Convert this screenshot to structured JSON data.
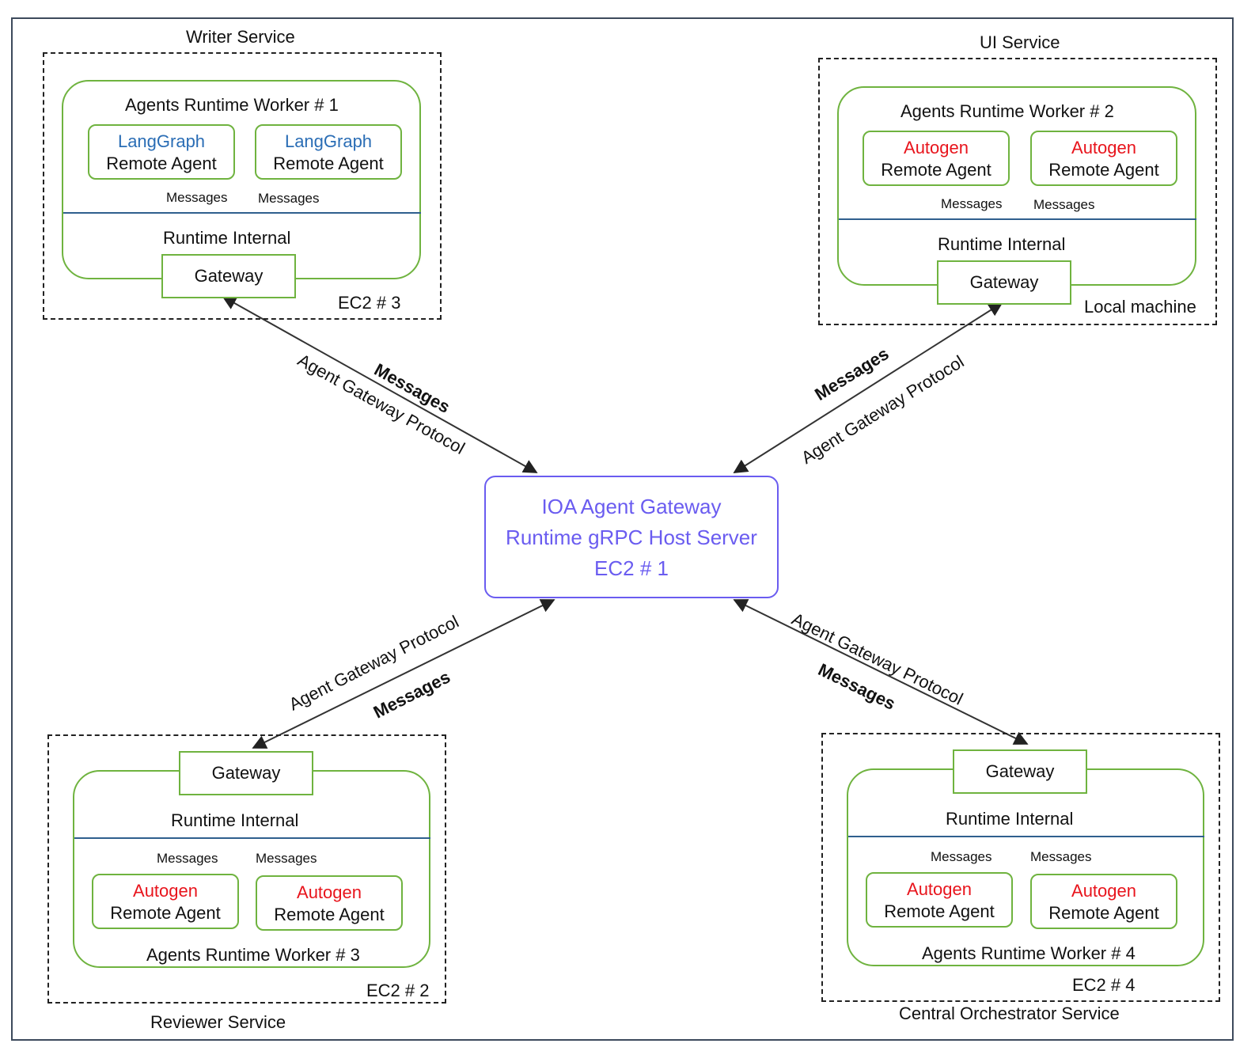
{
  "center": {
    "line1": "IOA Agent Gateway",
    "line2": "Runtime gRPC Host Server",
    "line3": "EC2 # 1",
    "color": "#6a5cf0"
  },
  "labels": {
    "messages": "Messages",
    "protocol": "Agent Gateway Protocol",
    "gateway": "Gateway",
    "runtime_internal": "Runtime Internal",
    "remote_agent": "Remote Agent"
  },
  "services": {
    "writer": {
      "service": "Writer Service",
      "worker": "Agents Runtime Worker # 1",
      "framework": "LangGraph",
      "host": "EC2 # 3"
    },
    "ui": {
      "service": "UI Service",
      "worker": "Agents Runtime Worker # 2",
      "framework": "Autogen",
      "host": "Local machine"
    },
    "reviewer": {
      "service": "Reviewer Service",
      "worker": "Agents Runtime Worker # 3",
      "framework": "Autogen",
      "host": "EC2 # 2"
    },
    "orchestrator": {
      "service": "Central Orchestrator Service",
      "worker": "Agents Runtime Worker # 4",
      "framework": "Autogen",
      "host": "EC2 # 4"
    }
  },
  "colors": {
    "langgraph": "#2a6db5",
    "autogen": "#e8141c",
    "box_border": "#6fb33f",
    "internal_line": "#2f5f8e"
  }
}
